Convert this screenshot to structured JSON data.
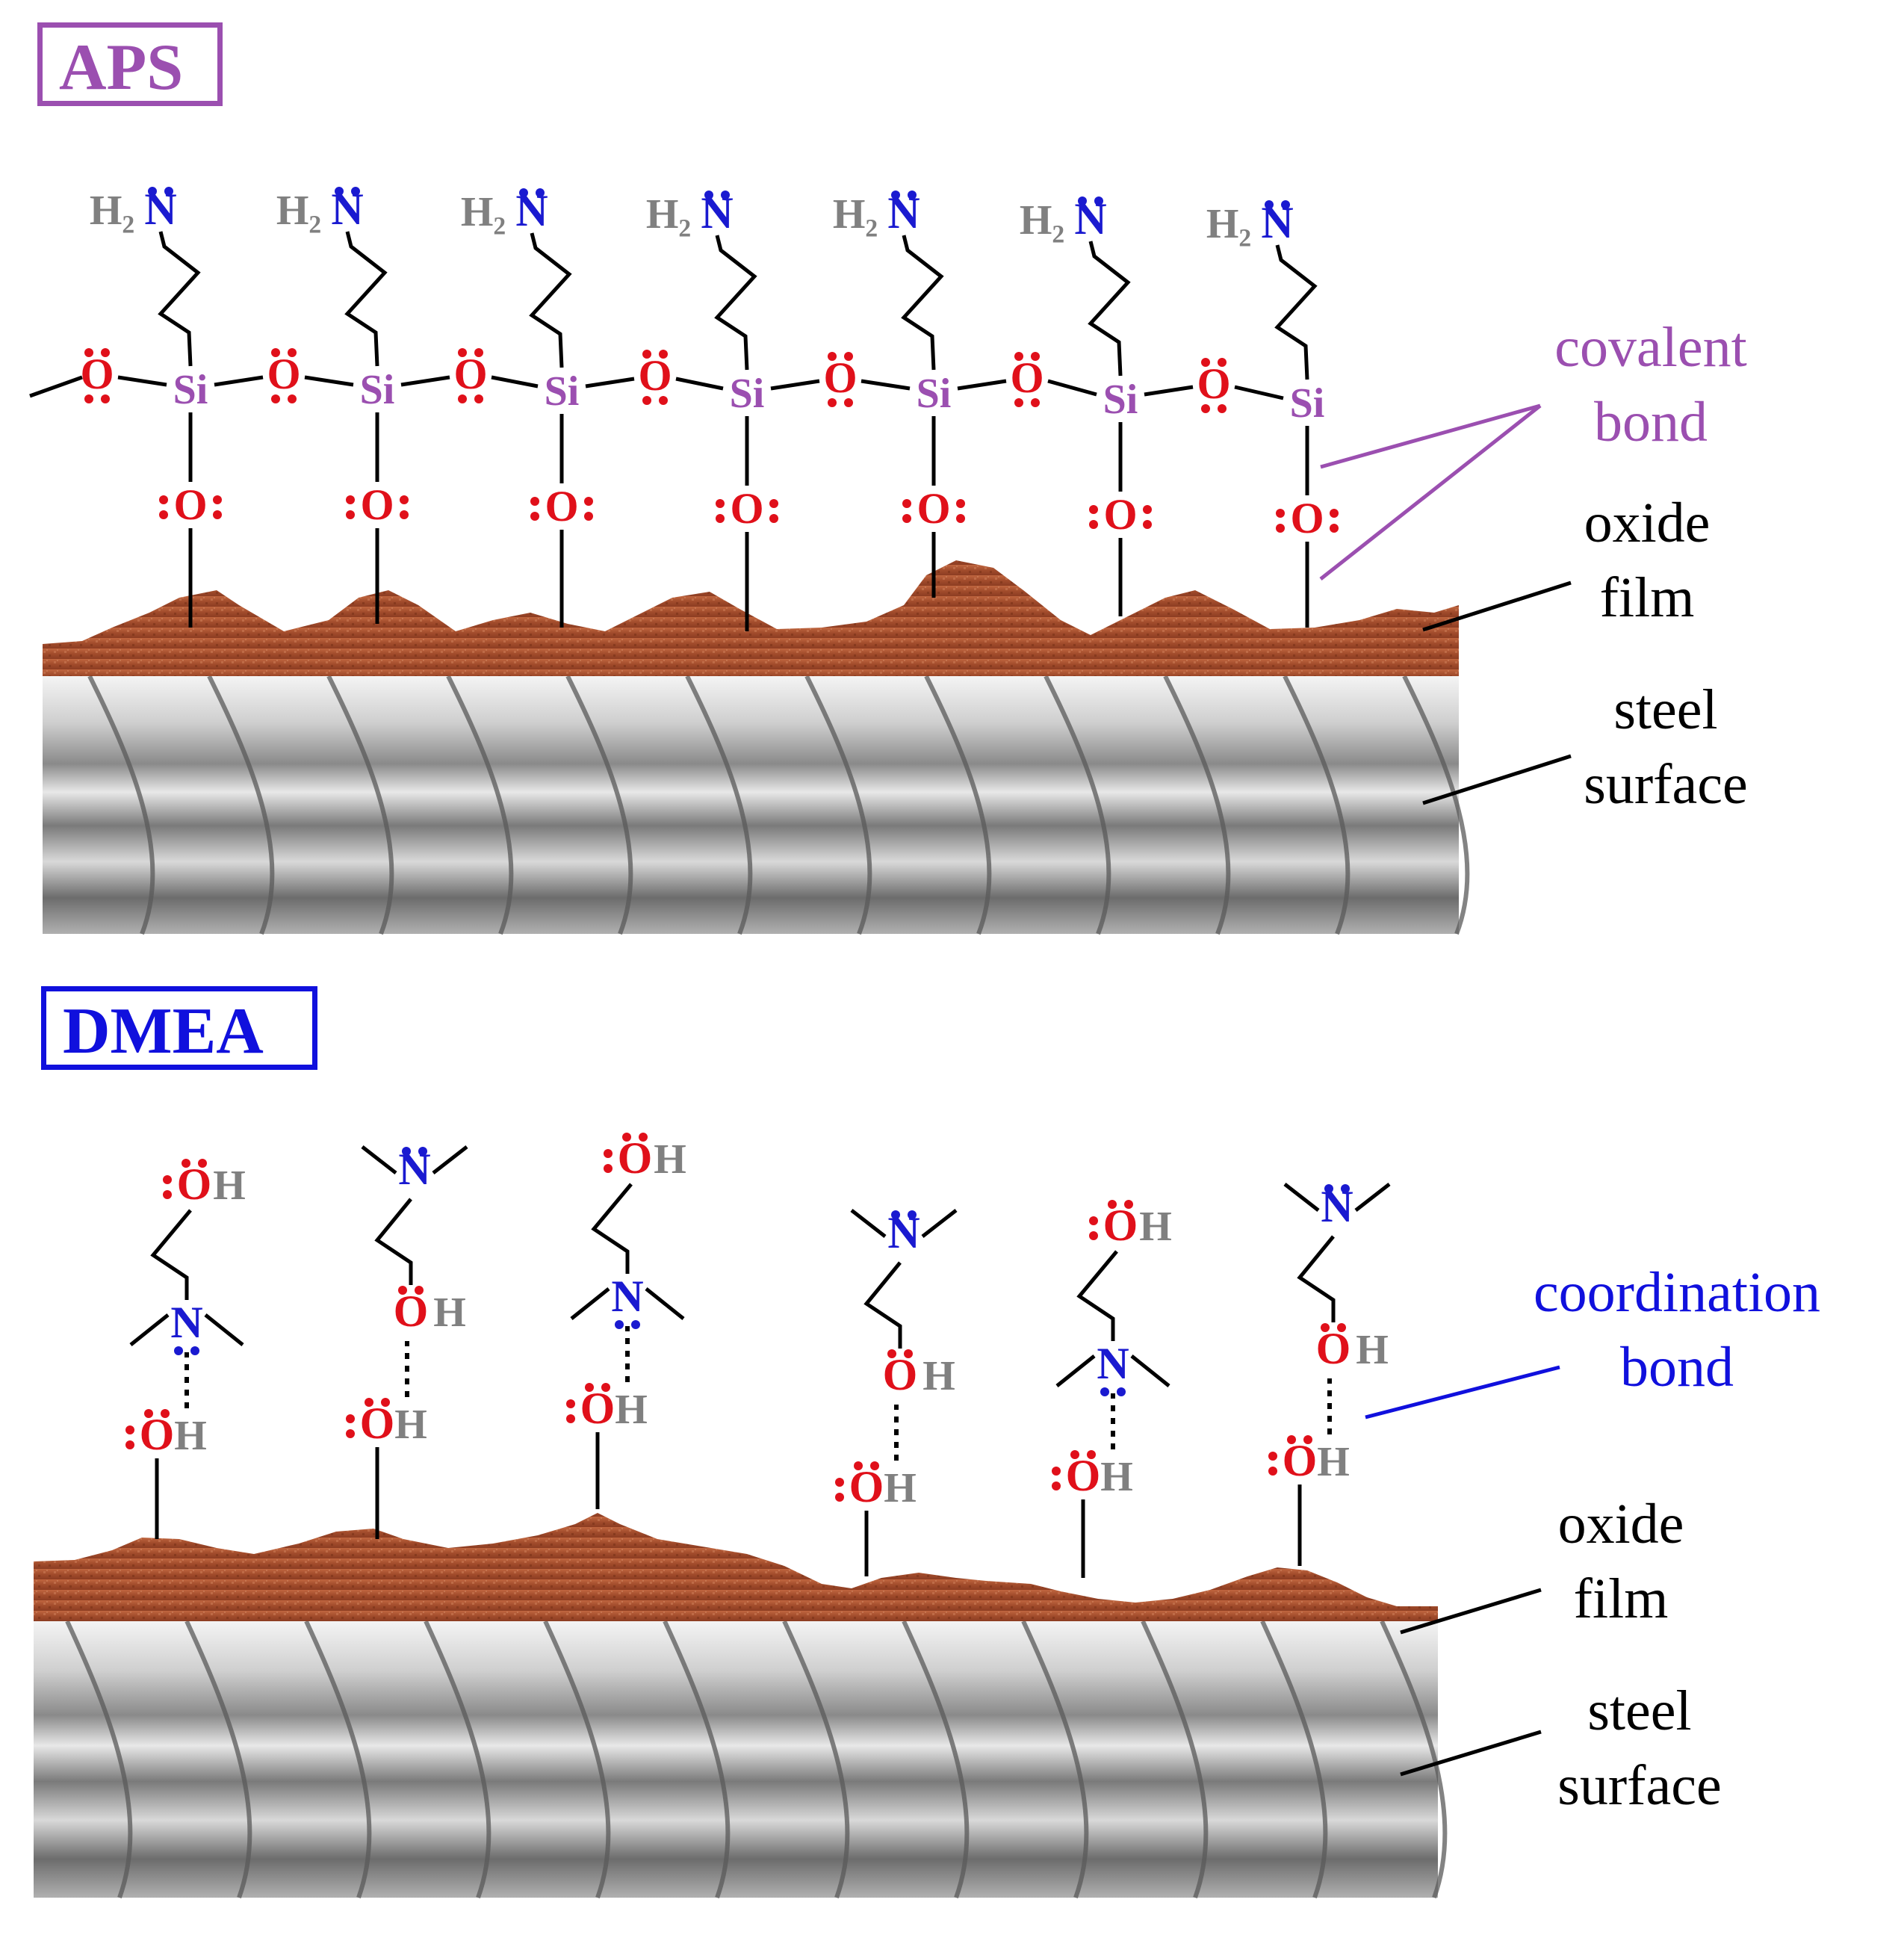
{
  "panels": [
    {
      "id": "aps",
      "label": "APS",
      "label_color": "#9b4fb0",
      "bond_label": [
        "covalent",
        "bond"
      ],
      "bond_color": "#9b4fb0",
      "layers": {
        "oxide": [
          "oxide",
          "film"
        ],
        "steel": [
          "steel",
          "surface"
        ]
      },
      "atoms": {
        "amine_h": "H₂",
        "amine_n": "N",
        "silicon": "Si",
        "oxygen": "O"
      }
    },
    {
      "id": "dmea",
      "label": "DMEA",
      "label_color": "#1010dd",
      "bond_label": [
        "coordination",
        "bond"
      ],
      "bond_color": "#1010dd",
      "layers": {
        "oxide": [
          "oxide",
          "film"
        ],
        "steel": [
          "steel",
          "surface"
        ]
      },
      "atoms": {
        "oxygen": "O",
        "hydrogen": "H",
        "nitrogen": "N"
      },
      "molecule_orientation": [
        "n-down",
        "n-up",
        "n-down",
        "n-up",
        "n-down",
        "n-up"
      ]
    }
  ],
  "colors": {
    "oxygen": "#e0101a",
    "nitrogen": "#1a1ad0",
    "hydrogen": "#808080",
    "silicon": "#9b4fb0",
    "oxide": "#a8502e",
    "steel": "#b8b8b8"
  }
}
